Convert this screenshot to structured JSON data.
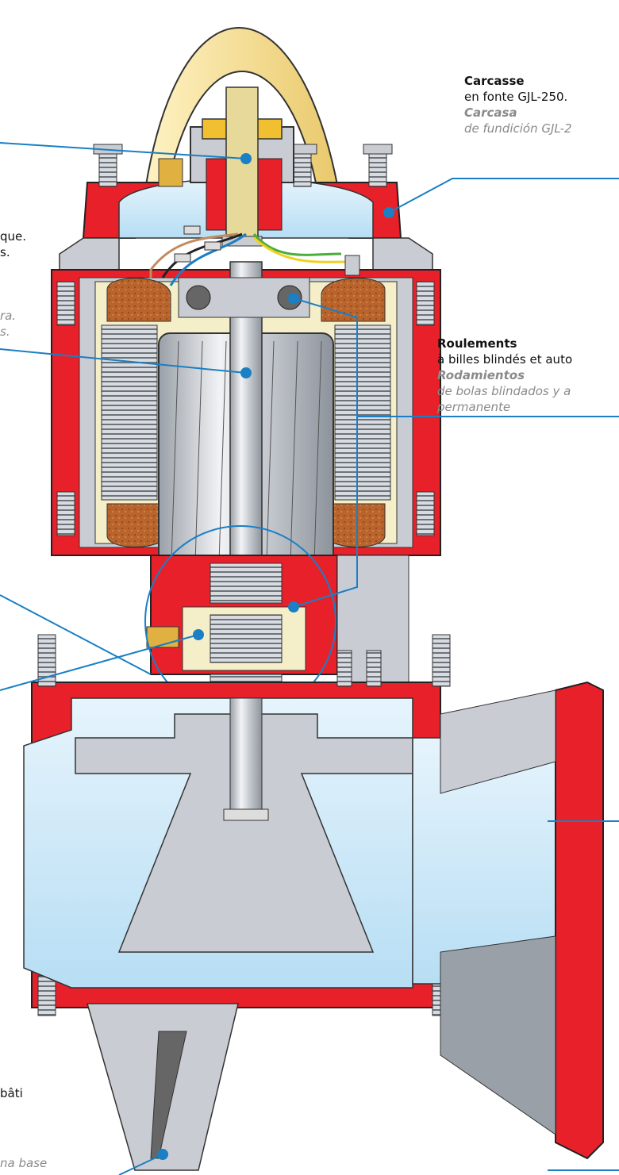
{
  "colors": {
    "casing": "#e8202a",
    "leader": "#1a7fc4",
    "water": "#cfe9f8",
    "copper": "#c26a2e",
    "metal": "#c9ccd2",
    "cream": "#f5efc9"
  },
  "labels": {
    "carcasse": {
      "fr_title": "Carcasse",
      "fr_text": "en fonte GJL-250.",
      "es_title": "Carcasa",
      "es_text": "de fundición GJL-2"
    },
    "roulements": {
      "fr_title": "Roulements",
      "fr_text": "à billes blindés et auto",
      "es_title": "Rodamientos",
      "es_text": "de bolas blindados y a",
      "es_text2": "permanente"
    },
    "left_top": {
      "line1": "que.",
      "line2": "s.",
      "es1": "ra.",
      "es2": "s."
    },
    "left_bottom": {
      "line1": "bâti",
      "es1": "na base"
    }
  }
}
